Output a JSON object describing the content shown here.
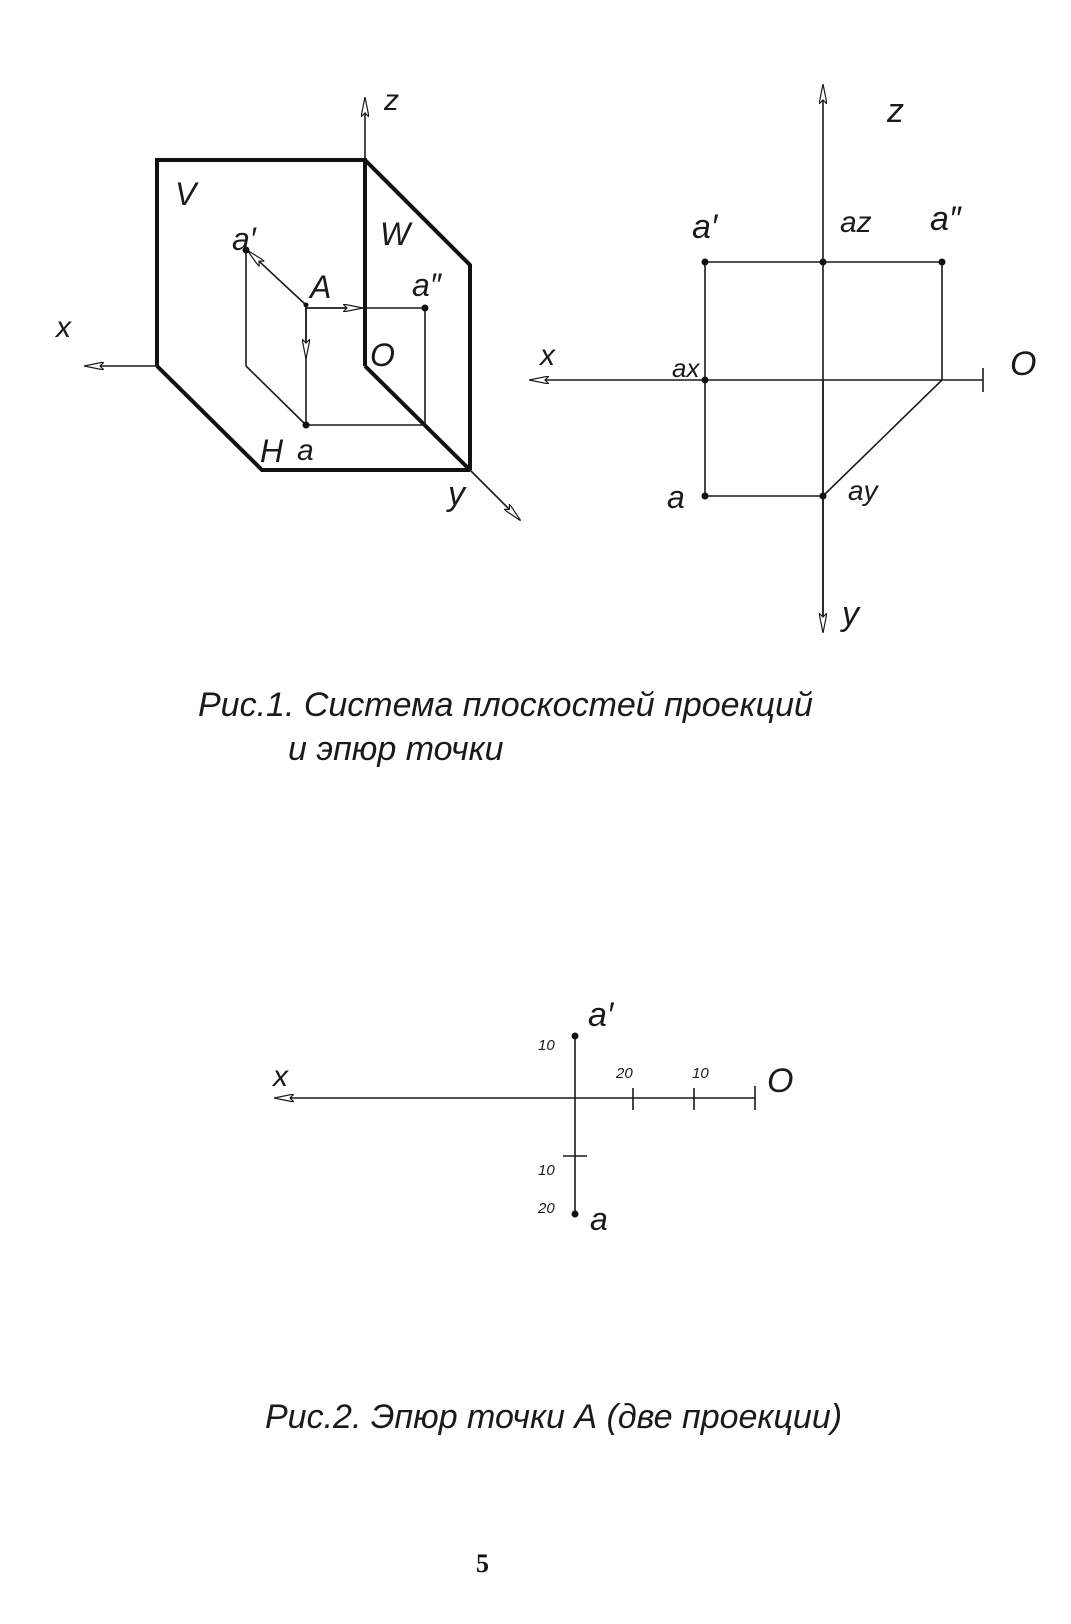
{
  "figure1": {
    "axonometric": {
      "labels": {
        "z": "z",
        "x": "x",
        "y": "y",
        "V": "V",
        "W": "W",
        "H": "H",
        "O": "O",
        "A": "A",
        "a_prime": "a′",
        "a_double": "a″",
        "a": "a"
      }
    },
    "epure": {
      "labels": {
        "z": "z",
        "x": "x",
        "y": "y",
        "O": "O",
        "a_prime": "a′",
        "az": "az",
        "a_double": "a″",
        "ax": "ax",
        "a": "a",
        "ay": "ay"
      }
    },
    "caption_line1": "Рис.1. Система плоскостей проекций",
    "caption_line2": "и эпюр точки"
  },
  "figure2": {
    "labels": {
      "x": "x",
      "O": "O",
      "a_prime": "a′",
      "a": "a",
      "x_tick_20": "20",
      "x_tick_10": "10",
      "z_tick_10": "10",
      "y_tick_10": "10",
      "y_tick_20": "20"
    },
    "caption": "Рис.2. Эпюр точки А (две проекции)"
  },
  "page_number": "5"
}
